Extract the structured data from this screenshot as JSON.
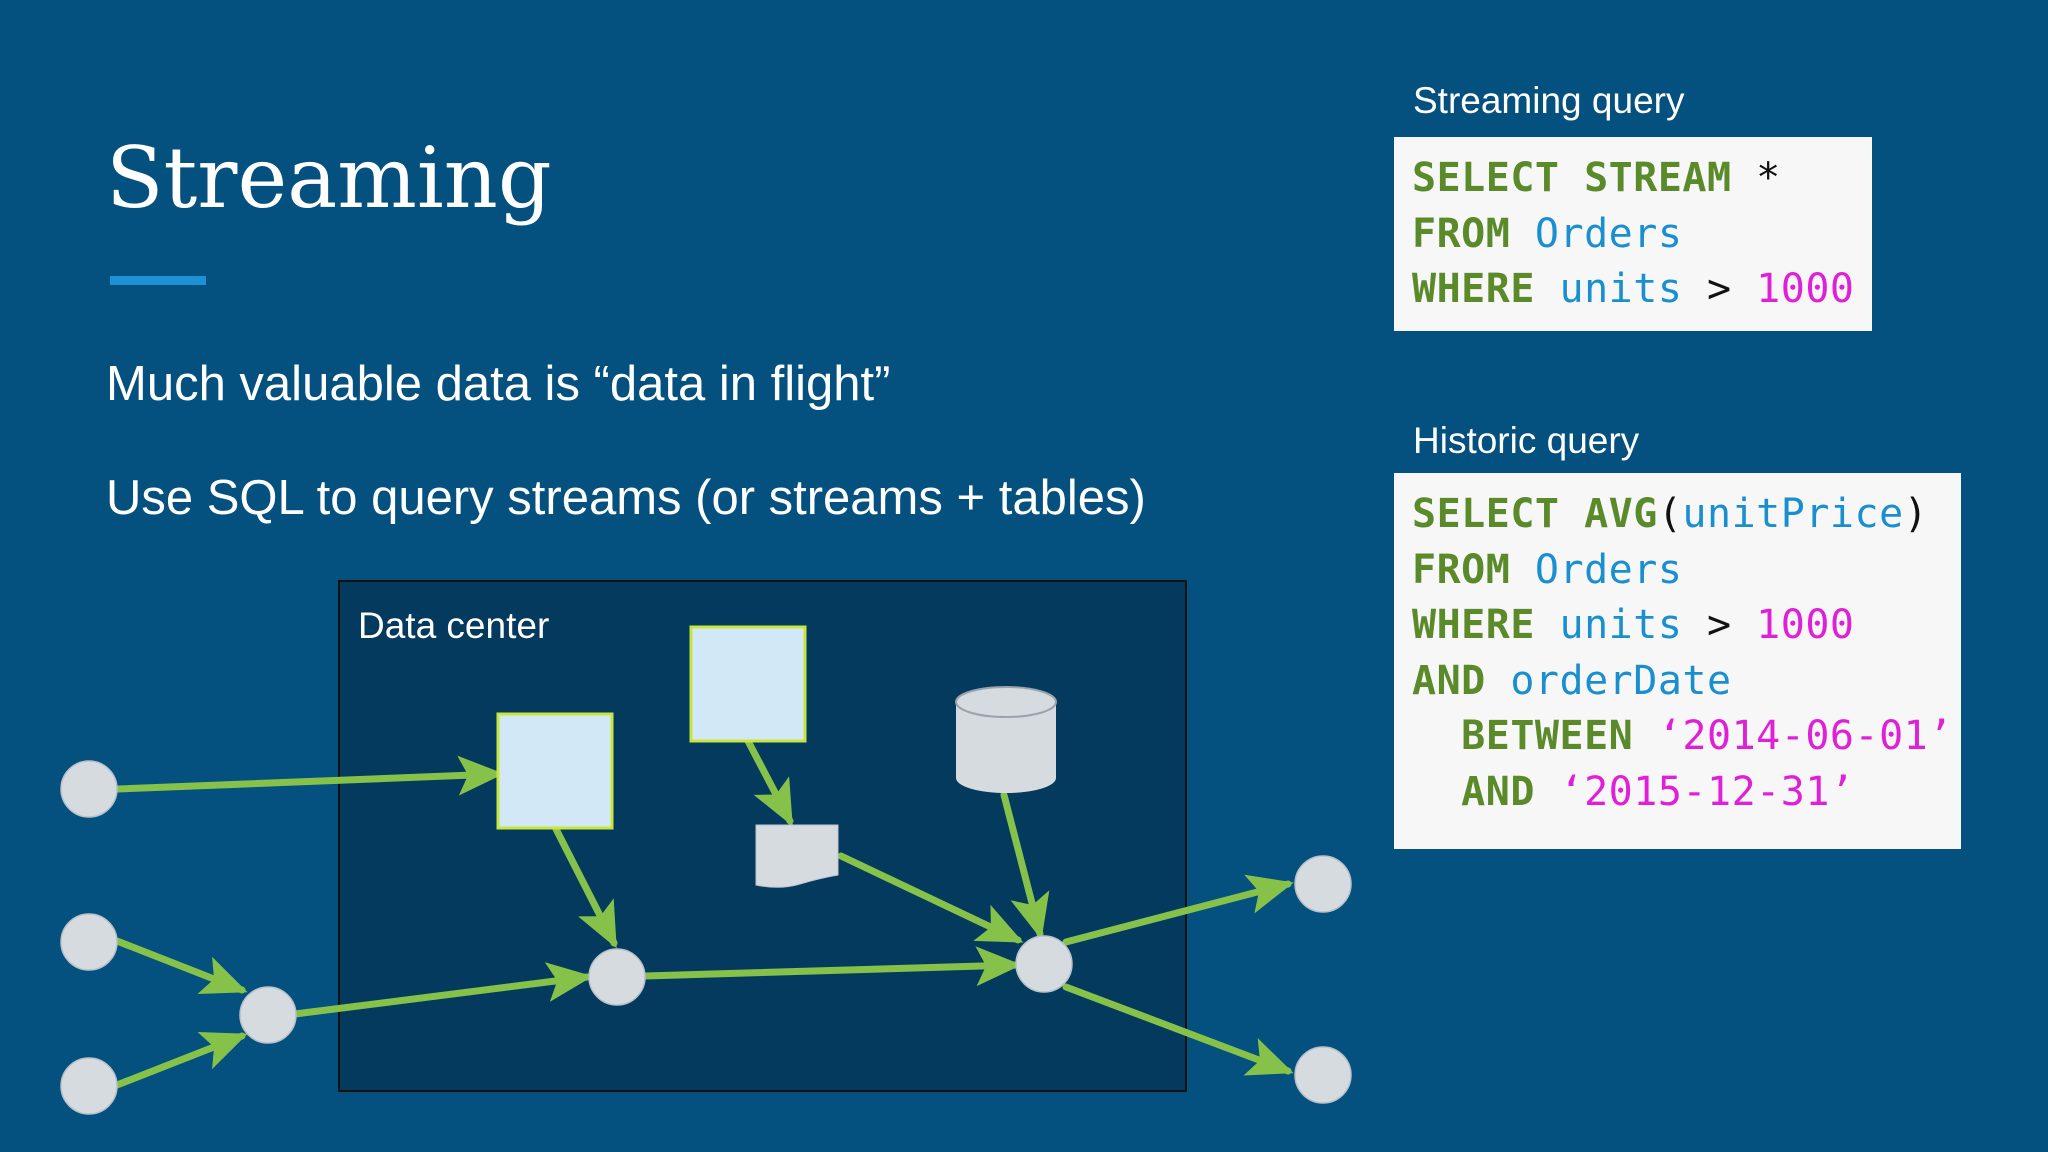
{
  "slide": {
    "title": "Streaming",
    "bullets": [
      "Much valuable data is “data in flight”",
      "Use SQL to query streams (or streams + tables)"
    ]
  },
  "diagram": {
    "box_label": "Data center"
  },
  "streaming_query": {
    "label": "Streaming query",
    "lines": [
      [
        {
          "text": "SELECT STREAM",
          "kind": "kw"
        },
        {
          "text": " *",
          "kind": "op"
        }
      ],
      [
        {
          "text": "FROM",
          "kind": "kw"
        },
        {
          "text": " Orders",
          "kind": "id"
        }
      ],
      [
        {
          "text": "WHERE",
          "kind": "kw"
        },
        {
          "text": " units",
          "kind": "id"
        },
        {
          "text": " > ",
          "kind": "op"
        },
        {
          "text": "1000",
          "kind": "num"
        }
      ]
    ]
  },
  "historic_query": {
    "label": "Historic query",
    "lines": [
      [
        {
          "text": "SELECT AVG",
          "kind": "kw"
        },
        {
          "text": "(",
          "kind": "op"
        },
        {
          "text": "unitPrice",
          "kind": "id"
        },
        {
          "text": ")",
          "kind": "op"
        }
      ],
      [
        {
          "text": "FROM",
          "kind": "kw"
        },
        {
          "text": " Orders",
          "kind": "id"
        }
      ],
      [
        {
          "text": "WHERE",
          "kind": "kw"
        },
        {
          "text": " units",
          "kind": "id"
        },
        {
          "text": " > ",
          "kind": "op"
        },
        {
          "text": "1000",
          "kind": "num"
        }
      ],
      [
        {
          "text": "AND",
          "kind": "kw"
        },
        {
          "text": " orderDate",
          "kind": "id"
        }
      ],
      [
        {
          "text": "  BETWEEN",
          "kind": "kw"
        },
        {
          "text": " ‘2014-06-01’",
          "kind": "str"
        }
      ],
      [
        {
          "text": "  AND",
          "kind": "kw"
        },
        {
          "text": " ‘2015-12-31’",
          "kind": "str"
        }
      ]
    ]
  },
  "colors": {
    "background": "#04507e",
    "accent_underline": "#1e90d6",
    "datacenter_fill": "#033a5e",
    "arrow": "#86c24a",
    "node": "#d6dbe0",
    "processor_fill": "#d2e8f6",
    "processor_border": "#c8e63c",
    "keyword": "#5a8a2a",
    "identifier": "#1a8fd0",
    "literal": "#e020d8"
  }
}
